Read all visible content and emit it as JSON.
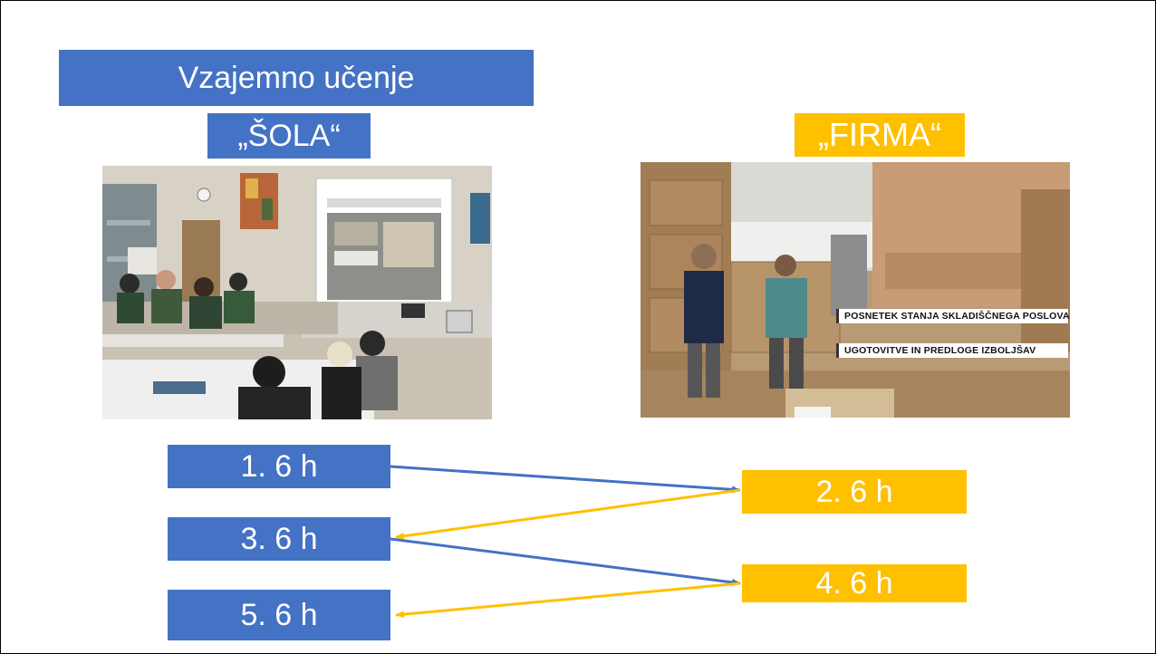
{
  "title": "Vzajemno učenje",
  "labels": {
    "school": "„ŠOLA“",
    "company": "„FIRMA“"
  },
  "steps": [
    {
      "label": "1. 6 h",
      "place": "school"
    },
    {
      "label": "2. 6 h",
      "place": "company"
    },
    {
      "label": "3. 6 h",
      "place": "school"
    },
    {
      "label": "4. 6 h",
      "place": "company"
    },
    {
      "label": "5. 6 h",
      "place": "school"
    }
  ],
  "photo_company_captions": {
    "caption_1": "POSNETEK STANJA SKLADIŠČNEGA POSLOVANJA",
    "caption_2": "UGOTOVITVE IN PREDLOGE IZBOLJŠAV"
  },
  "colors": {
    "school": "#4472c4",
    "company": "#ffc000",
    "text": "#ffffff"
  }
}
